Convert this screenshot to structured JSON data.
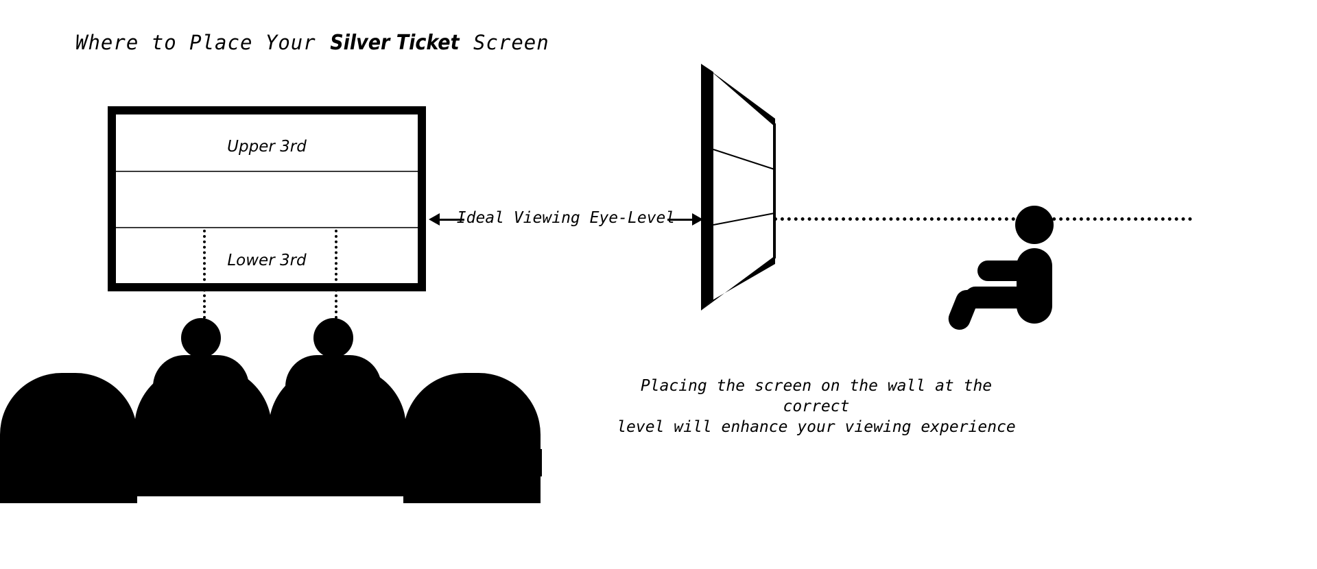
{
  "title": {
    "before_brand": "Where to Place Your ",
    "brand": "Silver Ticket",
    "after_brand": " Screen"
  },
  "front_screen": {
    "upper_third_label": "Upper 3rd",
    "lower_third_label": "Lower 3rd"
  },
  "eye_level": {
    "label": "Ideal Viewing Eye-Level",
    "left_arrow_icon": "arrow-left-icon",
    "right_arrow_icon": "arrow-right-icon"
  },
  "caption": {
    "line1": "Placing the screen on the wall at the correct",
    "line2": "level will enhance your viewing experience"
  },
  "colors": {
    "ink": "#000000",
    "background": "#ffffff",
    "divider": "#3a3a3a"
  },
  "chart_data": {
    "type": "diagram",
    "title": "Where to Place Your Silver Ticket Screen",
    "panels": [
      {
        "name": "front-view-screen",
        "description": "Front elevation of projection screen divided into horizontal thirds",
        "divisions": [
          "Upper 3rd",
          "middle 3rd",
          "Lower 3rd"
        ],
        "annotations": [
          "Upper 3rd",
          "Lower 3rd"
        ],
        "audience_count": 2,
        "seat_count": 4,
        "sight_lines": 2
      },
      {
        "name": "side-perspective-screen",
        "description": "Wall mounted screen seen in perspective with seated viewer eye-line",
        "divisions": 3,
        "eye_line_target": "lower third boundary",
        "viewer_count": 1
      }
    ],
    "labels": [
      "Upper 3rd",
      "Lower 3rd",
      "Ideal Viewing Eye-Level"
    ],
    "caption": "Placing the screen on the wall at the correct level will enhance your viewing experience"
  }
}
